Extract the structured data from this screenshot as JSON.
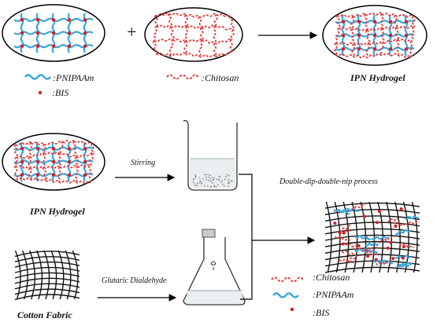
{
  "top_row": {
    "legend_pnipaam": ":PNIPAAm",
    "legend_bis": ":BIS",
    "legend_chitosan": ":Chitosan",
    "plus_sign": "+",
    "product_label": "IPN  Hydrogel"
  },
  "bottom_section": {
    "hydrogel_label": "IPN  Hydrogel",
    "stirring_label": "Stirring",
    "process_label": "Double-dip-double-nip process",
    "fabric_label": "Cotton Fabric",
    "glutaric_label": "Glutaric Dialdehyde",
    "legend_chitosan": ":Chitosan",
    "legend_pnipaam": ":PNIPAAm",
    "legend_bis": ":BIS"
  },
  "colors": {
    "pnipaam": "#3aa6dd",
    "chitosan": "#e23a3a",
    "bis": "#d81e1e",
    "fabric": "#111111",
    "outline": "#000000"
  }
}
